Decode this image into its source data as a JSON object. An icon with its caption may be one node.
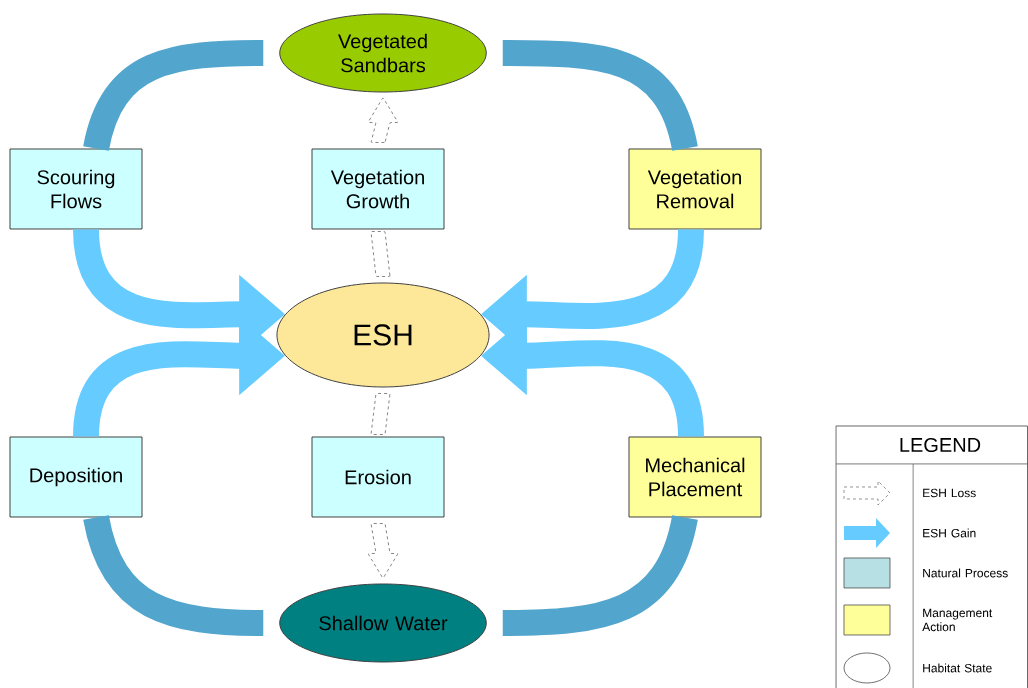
{
  "diagram": {
    "nodes": [
      {
        "text": [
          "Vegetated Sandbars"
        ]
      },
      {
        "text": [
          "Scouring Flows"
        ]
      },
      {
        "text": [
          "Vegetation Growth"
        ]
      },
      {
        "text": [
          "Vegetation Removal"
        ]
      },
      {
        "text": [
          "ESH"
        ]
      },
      {
        "text": [
          "Deposition"
        ]
      },
      {
        "text": [
          "Erosion"
        ]
      },
      {
        "text": [
          "Mechanical Placement"
        ]
      },
      {
        "text": [
          "Shallow Water"
        ]
      }
    ],
    "edges": [
      {
        "from": 0,
        "to": 1,
        "arrow": "none",
        "color": "#52a5cc"
      },
      {
        "from": 1,
        "to": 4,
        "arrow": "to",
        "color": "#66ccff"
      },
      {
        "from": 0,
        "to": 3,
        "arrow": "none",
        "color": "#52a5cc"
      },
      {
        "from": 3,
        "to": 4,
        "arrow": "to",
        "color": "#66ccff"
      },
      {
        "from": 4,
        "to": 2,
        "arrow": "none",
        "style": "dashed"
      },
      {
        "from": 2,
        "to": 0,
        "arrow": "to",
        "style": "dashed"
      },
      {
        "from": 4,
        "to": 6,
        "arrow": "none",
        "style": "dashed"
      },
      {
        "from": 6,
        "to": 8,
        "arrow": "to",
        "style": "dashed"
      },
      {
        "from": 8,
        "to": 5,
        "arrow": "none",
        "color": "#52a5cc"
      },
      {
        "from": 5,
        "to": 4,
        "arrow": "to",
        "color": "#66ccff"
      },
      {
        "from": 8,
        "to": 7,
        "arrow": "none",
        "color": "#52a5cc"
      },
      {
        "from": 7,
        "to": 4,
        "arrow": "to",
        "color": "#66ccff"
      }
    ],
    "labels": [
      "LEGEND"
    ],
    "legend": [
      {
        "text": "ESH Loss"
      },
      {
        "text": "ESH Gain"
      },
      {
        "text": "Natural Process",
        "color": "#b7e0e4"
      },
      {
        "text": "Management Action",
        "color": "#ffff99"
      },
      {
        "text": "Habitat State"
      }
    ]
  }
}
